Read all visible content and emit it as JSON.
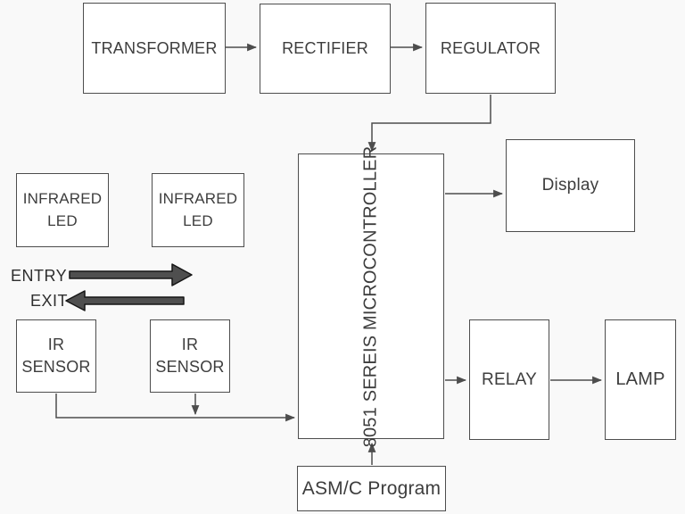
{
  "blocks": {
    "transformer": {
      "label": "TRANSFORMER"
    },
    "rectifier": {
      "label": "RECTIFIER"
    },
    "regulator": {
      "label": "REGULATOR"
    },
    "infrared_led_left": {
      "line1": "INFRARED",
      "line2": "LED"
    },
    "infrared_led_right": {
      "line1": "INFRARED",
      "line2": "LED"
    },
    "ir_sensor_left": {
      "line1": "IR",
      "line2": "SENSOR"
    },
    "ir_sensor_right": {
      "line1": "IR",
      "line2": "SENSOR"
    },
    "microcontroller": {
      "label": "8051 SEREIS MICROCONTROLLER"
    },
    "display": {
      "label": "Display"
    },
    "relay": {
      "label": "RELAY"
    },
    "lamp": {
      "label": "LAMP"
    },
    "asm_program": {
      "label": "ASM/C Program"
    }
  },
  "flow_labels": {
    "entry": "ENTRY",
    "exit": "EXIT"
  },
  "colors": {
    "background": "#f9f9f9",
    "box_fill": "#ffffff",
    "box_border": "#4d4d4d",
    "text": "#3d3d3d",
    "connector": "#4d4d4d",
    "block_arrow_fill": "#4f4f4f",
    "block_arrow_stroke": "#161616"
  }
}
